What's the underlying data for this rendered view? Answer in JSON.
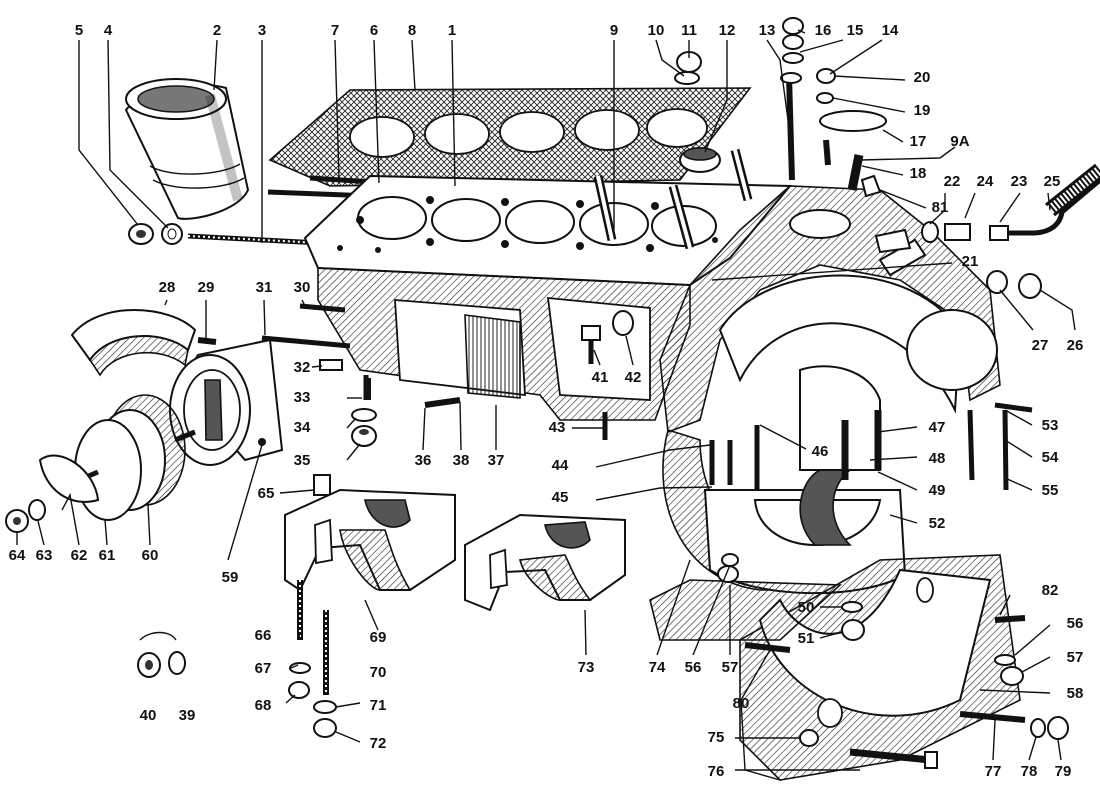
{
  "diagram": {
    "labels": [
      {
        "id": "5",
        "text": "5"
      },
      {
        "id": "4",
        "text": "4"
      },
      {
        "id": "2",
        "text": "2"
      },
      {
        "id": "3",
        "text": "3"
      },
      {
        "id": "7",
        "text": "7"
      },
      {
        "id": "6",
        "text": "6"
      },
      {
        "id": "8",
        "text": "8"
      },
      {
        "id": "1",
        "text": "1"
      },
      {
        "id": "9",
        "text": "9"
      },
      {
        "id": "10",
        "text": "10"
      },
      {
        "id": "11",
        "text": "11"
      },
      {
        "id": "12",
        "text": "12"
      },
      {
        "id": "13",
        "text": "13"
      },
      {
        "id": "16",
        "text": "16"
      },
      {
        "id": "15",
        "text": "15"
      },
      {
        "id": "14",
        "text": "14"
      },
      {
        "id": "20",
        "text": "20"
      },
      {
        "id": "19",
        "text": "19"
      },
      {
        "id": "17",
        "text": "17"
      },
      {
        "id": "9A",
        "text": "9A"
      },
      {
        "id": "18",
        "text": "18"
      },
      {
        "id": "22",
        "text": "22"
      },
      {
        "id": "24",
        "text": "24"
      },
      {
        "id": "23",
        "text": "23"
      },
      {
        "id": "25",
        "text": "25"
      },
      {
        "id": "81",
        "text": "81"
      },
      {
        "id": "21",
        "text": "21"
      },
      {
        "id": "26",
        "text": "26"
      },
      {
        "id": "27",
        "text": "27"
      },
      {
        "id": "28",
        "text": "28"
      },
      {
        "id": "29",
        "text": "29"
      },
      {
        "id": "31",
        "text": "31"
      },
      {
        "id": "30",
        "text": "30"
      },
      {
        "id": "32",
        "text": "32"
      },
      {
        "id": "33",
        "text": "33"
      },
      {
        "id": "34",
        "text": "34"
      },
      {
        "id": "35",
        "text": "35"
      },
      {
        "id": "36",
        "text": "36"
      },
      {
        "id": "38",
        "text": "38"
      },
      {
        "id": "37",
        "text": "37"
      },
      {
        "id": "41",
        "text": "41"
      },
      {
        "id": "42",
        "text": "42"
      },
      {
        "id": "43",
        "text": "43"
      },
      {
        "id": "44",
        "text": "44"
      },
      {
        "id": "45",
        "text": "45"
      },
      {
        "id": "46",
        "text": "46"
      },
      {
        "id": "47",
        "text": "47"
      },
      {
        "id": "48",
        "text": "48"
      },
      {
        "id": "49",
        "text": "49"
      },
      {
        "id": "52",
        "text": "52"
      },
      {
        "id": "53",
        "text": "53"
      },
      {
        "id": "54",
        "text": "54"
      },
      {
        "id": "55",
        "text": "55"
      },
      {
        "id": "65",
        "text": "65"
      },
      {
        "id": "64",
        "text": "64"
      },
      {
        "id": "63",
        "text": "63"
      },
      {
        "id": "62",
        "text": "62"
      },
      {
        "id": "61",
        "text": "61"
      },
      {
        "id": "60",
        "text": "60"
      },
      {
        "id": "59",
        "text": "59"
      },
      {
        "id": "66",
        "text": "66"
      },
      {
        "id": "69",
        "text": "69"
      },
      {
        "id": "67",
        "text": "67"
      },
      {
        "id": "70",
        "text": "70"
      },
      {
        "id": "68",
        "text": "68"
      },
      {
        "id": "71",
        "text": "71"
      },
      {
        "id": "72",
        "text": "72"
      },
      {
        "id": "40",
        "text": "40"
      },
      {
        "id": "39",
        "text": "39"
      },
      {
        "id": "73",
        "text": "73"
      },
      {
        "id": "74",
        "text": "74"
      },
      {
        "id": "56a",
        "text": "56"
      },
      {
        "id": "57a",
        "text": "57"
      },
      {
        "id": "50",
        "text": "50"
      },
      {
        "id": "51",
        "text": "51"
      },
      {
        "id": "82",
        "text": "82"
      },
      {
        "id": "56b",
        "text": "56"
      },
      {
        "id": "57b",
        "text": "57"
      },
      {
        "id": "58",
        "text": "58"
      },
      {
        "id": "80",
        "text": "80"
      },
      {
        "id": "75",
        "text": "75"
      },
      {
        "id": "76",
        "text": "76"
      },
      {
        "id": "77",
        "text": "77"
      },
      {
        "id": "78",
        "text": "78"
      },
      {
        "id": "79",
        "text": "79"
      }
    ]
  }
}
